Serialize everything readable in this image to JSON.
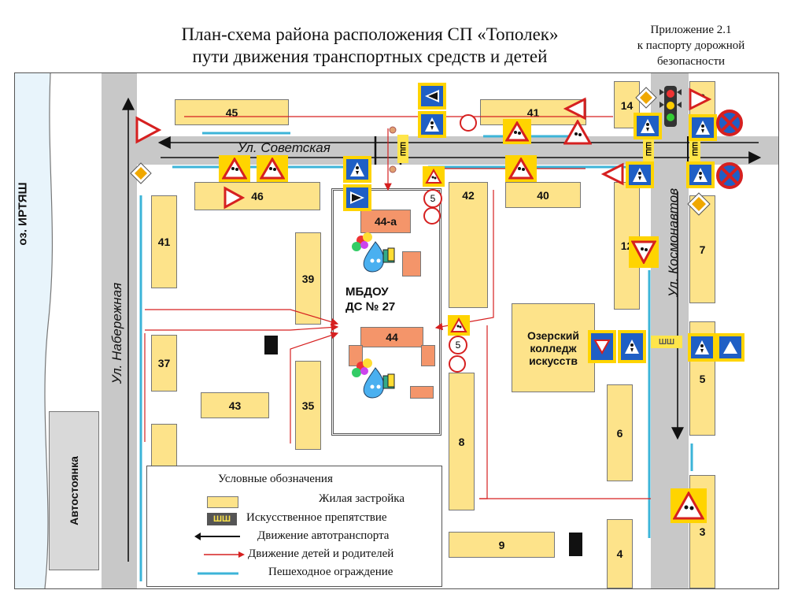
{
  "title": {
    "line1": "План-схема района расположения СП «Тополек»",
    "line2": "пути движения транспортных средств и детей"
  },
  "appendix": {
    "line1": "Приложение 2.1",
    "line2": "к паспорту дорожной",
    "line3": "безопасности"
  },
  "streets": {
    "sovetskaya": "Ул. Советская",
    "naberezhnaya": "Ул. Набережная",
    "kosmonavtov": "Ул. Космонавтов",
    "irtyash": "оз. ИРТЯШ"
  },
  "buildings": [
    "45",
    "41",
    "14",
    "9",
    "46",
    "42",
    "40",
    "41",
    "39",
    "12",
    "7",
    "37",
    "43",
    "35",
    "8",
    "6",
    "5",
    "3",
    "9",
    "4",
    "44-а",
    "44"
  ],
  "kindergarten": {
    "line1": "МБДОУ",
    "line2": "ДС № 27"
  },
  "college": {
    "line1": "Озерский",
    "line2": "колледж",
    "line3": "искусств"
  },
  "parking": "Автостоянка",
  "speed_limit": "5",
  "bump_text": "ШШ",
  "legend": {
    "title": "Условные обозначения",
    "items": [
      {
        "label": "Жилая застройка",
        "icon": "residential-swatch"
      },
      {
        "label": "Искусственное препятствие",
        "icon": "speed-bump",
        "glyph": "ШШ"
      },
      {
        "label": "Движение автотранспорта",
        "icon": "black-arrow"
      },
      {
        "label": "Движение детей и родителей",
        "icon": "red-arrow"
      },
      {
        "label": "Пешеходное ограждение",
        "icon": "blue-line"
      }
    ]
  },
  "colors": {
    "residential": "#fde38a",
    "kindergarten_building": "#f4956a",
    "road": "#c8c8c8",
    "sign_blue": "#1f5fc5",
    "sign_frame": "#ffd400",
    "children_path": "#d62020",
    "fence": "#3cb4d8",
    "vehicle_path": "#111111"
  }
}
